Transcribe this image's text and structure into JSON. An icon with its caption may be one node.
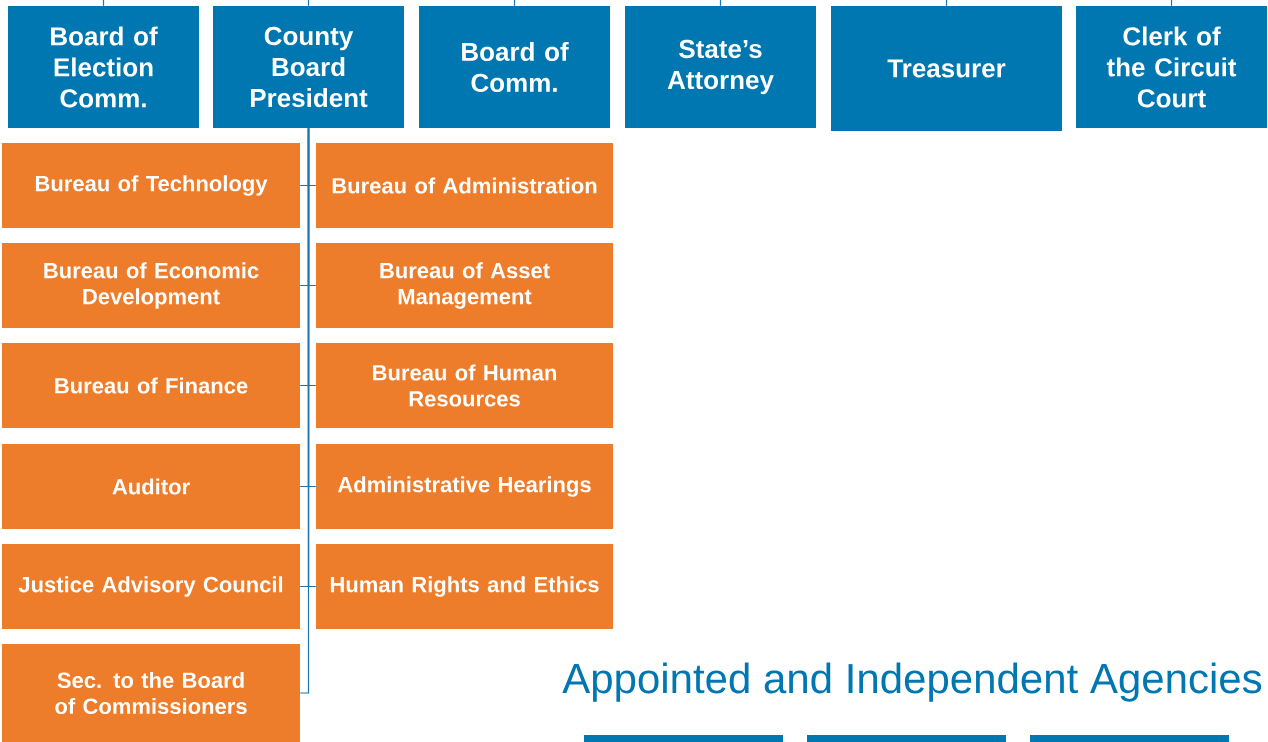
{
  "diagram": {
    "nodes": [
      {
        "text": [
          "Board of Election Comm."
        ]
      },
      {
        "text": [
          "County Board President"
        ]
      },
      {
        "text": [
          "Board of Comm."
        ]
      },
      {
        "text": [
          "State’s Attorney"
        ]
      },
      {
        "text": [
          "Treasurer"
        ]
      },
      {
        "text": [
          "Clerk of the Circuit Court"
        ]
      },
      {
        "text": [
          "Bureau of Technology"
        ]
      },
      {
        "text": [
          "Bureau of Administration"
        ]
      },
      {
        "text": [
          "Bureau of Economic Development"
        ]
      },
      {
        "text": [
          "Bureau of Asset Management"
        ]
      },
      {
        "text": [
          "Bureau of Finance"
        ]
      },
      {
        "text": [
          "Bureau of Human Resources"
        ]
      },
      {
        "text": [
          "Auditor"
        ]
      },
      {
        "text": [
          "Administrative Hearings"
        ]
      },
      {
        "text": [
          "Justice Advisory Council"
        ]
      },
      {
        "text": [
          "Human Rights and Ethics"
        ]
      },
      {
        "text": [
          "Sec. to the Board of Commissioners"
        ]
      },
      {
        "text": [],
        "shape": "box"
      },
      {
        "text": [],
        "shape": "box"
      },
      {
        "text": [],
        "shape": "box"
      }
    ],
    "edges": [
      {
        "from": null,
        "to": 0,
        "arrow": "none"
      },
      {
        "from": null,
        "to": 1,
        "arrow": "none"
      },
      {
        "from": null,
        "to": 2,
        "arrow": "none"
      },
      {
        "from": null,
        "to": 3,
        "arrow": "none"
      },
      {
        "from": null,
        "to": 4,
        "arrow": "none"
      },
      {
        "from": null,
        "to": 5,
        "arrow": "none"
      },
      {
        "from": 1,
        "to": 6,
        "arrow": "none"
      },
      {
        "from": 1,
        "to": 7,
        "arrow": "none"
      },
      {
        "from": 1,
        "to": 8,
        "arrow": "none"
      },
      {
        "from": 1,
        "to": 9,
        "arrow": "none"
      },
      {
        "from": 1,
        "to": 10,
        "arrow": "none"
      },
      {
        "from": 1,
        "to": 11,
        "arrow": "none"
      },
      {
        "from": 1,
        "to": 12,
        "arrow": "none"
      },
      {
        "from": 1,
        "to": 13,
        "arrow": "none"
      },
      {
        "from": 1,
        "to": 14,
        "arrow": "none"
      },
      {
        "from": 1,
        "to": 15,
        "arrow": "none"
      },
      {
        "from": 1,
        "to": 16,
        "arrow": "none"
      }
    ],
    "labels": [
      "Appointed and Independent Agencies"
    ]
  }
}
